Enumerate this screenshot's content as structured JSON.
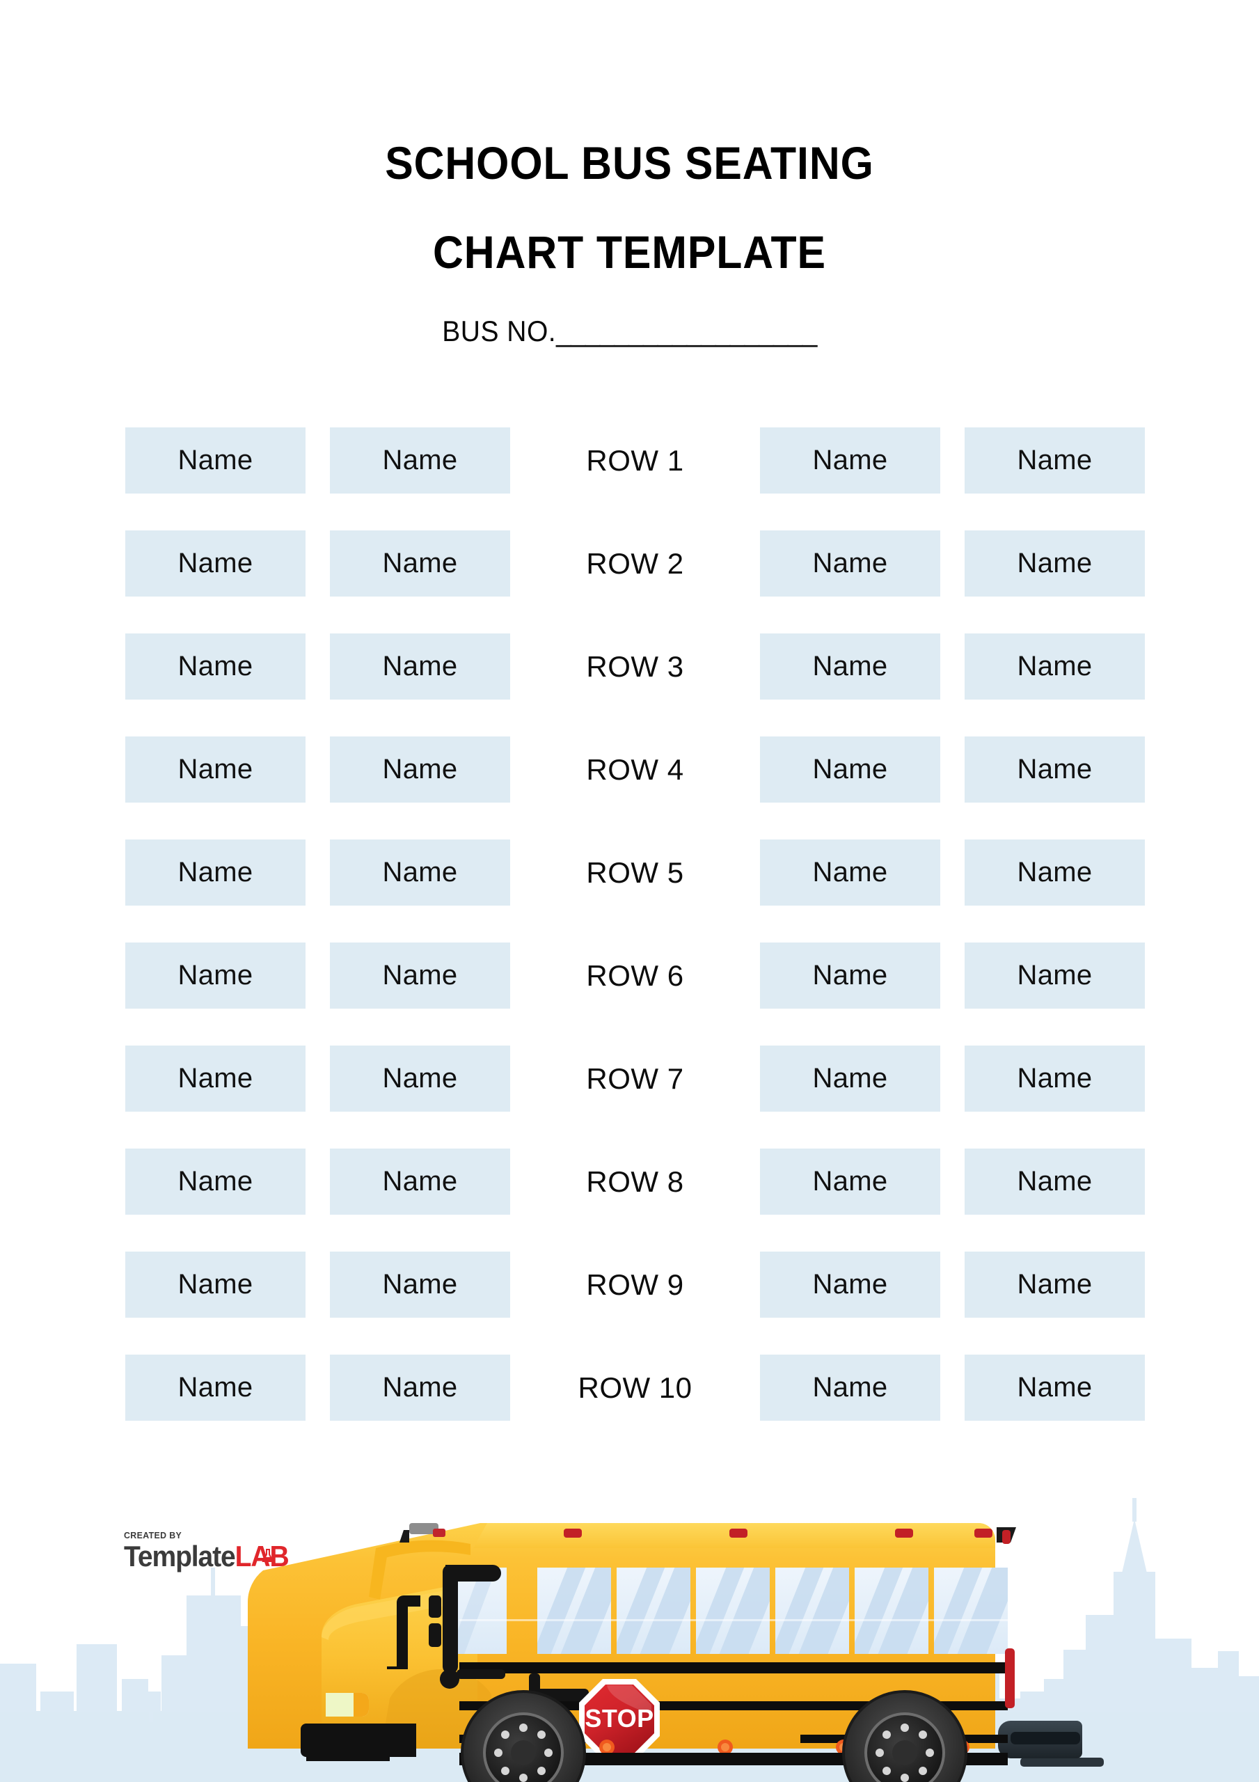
{
  "document": {
    "title_line_1": "SCHOOL BUS SEATING",
    "title_line_2": "CHART TEMPLATE",
    "bus_no_label": "BUS NO.",
    "bus_no_blank": "__________________",
    "bus_no_value": ""
  },
  "colors": {
    "page_background": "#ffffff",
    "seat_cell": "#deebf3",
    "skyline": "#dcebf5",
    "ground": "#dbeaf4",
    "bus_body": "#f9b82b",
    "bus_body_light": "#fcc73e",
    "bus_body_dark": "#e8a319",
    "bus_trim_black": "#0d0d0d",
    "window_glass": "#e8f2fb",
    "window_reflection": "#c5dcf0",
    "stop_sign_red": "#c9222b",
    "stop_sign_red_light": "#e0262b",
    "marker_light_orange": "#f26722",
    "tire_dark": "#2b2b2b",
    "text_black": "#000000",
    "logo_dark": "#3b3b3b",
    "logo_red": "#e0262b"
  },
  "seating_chart": {
    "columns": 5,
    "seat_columns": [
      0,
      1,
      3,
      4
    ],
    "label_column_index": 2,
    "seat_placeholder": "Name",
    "rows": [
      {
        "label": "ROW 1",
        "seats": [
          "Name",
          "Name",
          "Name",
          "Name"
        ]
      },
      {
        "label": "ROW 2",
        "seats": [
          "Name",
          "Name",
          "Name",
          "Name"
        ]
      },
      {
        "label": "ROW 3",
        "seats": [
          "Name",
          "Name",
          "Name",
          "Name"
        ]
      },
      {
        "label": "ROW 4",
        "seats": [
          "Name",
          "Name",
          "Name",
          "Name"
        ]
      },
      {
        "label": "ROW 5",
        "seats": [
          "Name",
          "Name",
          "Name",
          "Name"
        ]
      },
      {
        "label": "ROW 6",
        "seats": [
          "Name",
          "Name",
          "Name",
          "Name"
        ]
      },
      {
        "label": "ROW 7",
        "seats": [
          "Name",
          "Name",
          "Name",
          "Name"
        ]
      },
      {
        "label": "ROW 8",
        "seats": [
          "Name",
          "Name",
          "Name",
          "Name"
        ]
      },
      {
        "label": "ROW 9",
        "seats": [
          "Name",
          "Name",
          "Name",
          "Name"
        ]
      },
      {
        "label": "ROW 10",
        "seats": [
          "Name",
          "Name",
          "Name",
          "Name"
        ]
      }
    ]
  },
  "illustration": {
    "name": "school-bus-side-view",
    "stop_sign_text": "STOP",
    "background_name": "city-skyline-silhouette"
  },
  "logo": {
    "created_by": "CREATED BY",
    "brand_first": "Template",
    "brand_second": "LAB"
  }
}
